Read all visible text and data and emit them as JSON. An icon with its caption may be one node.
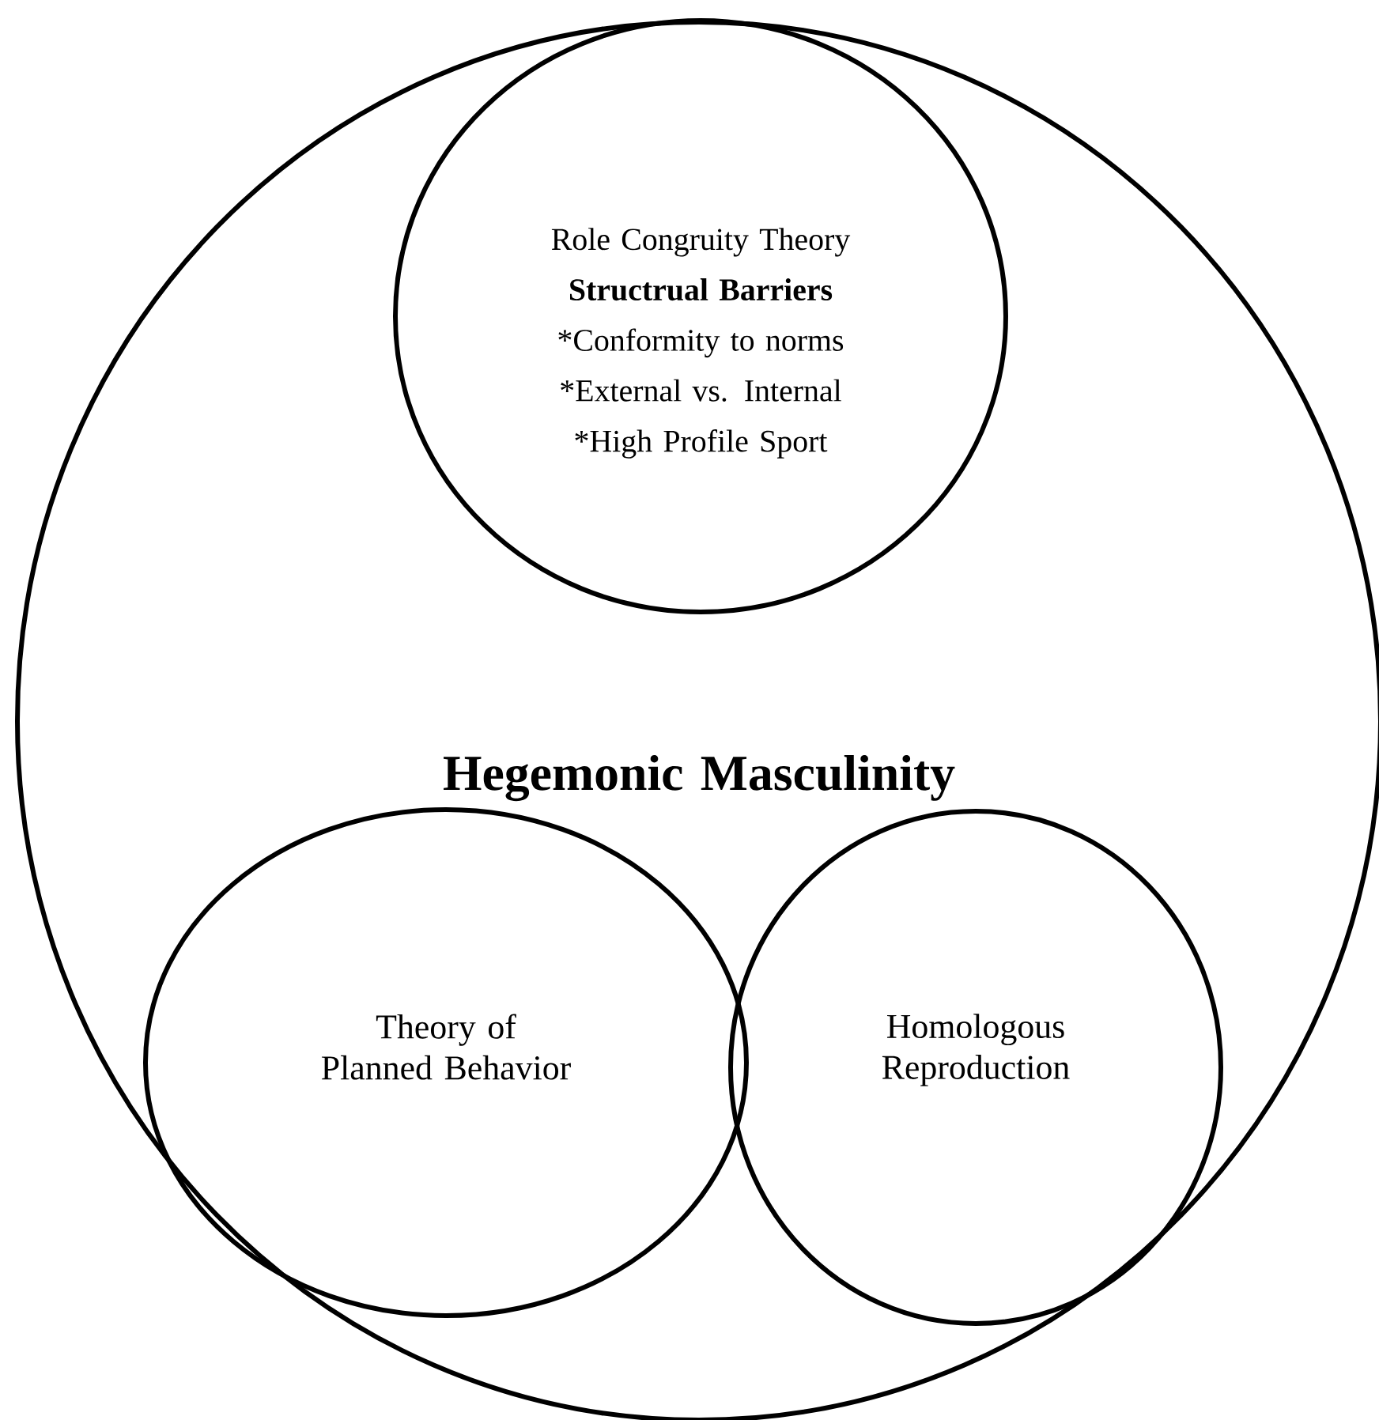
{
  "diagram": {
    "nodes": [
      {
        "text": [
          "Hegemonic Masculinity"
        ]
      },
      {
        "text": [
          "Role Congruity Theory",
          "Structrual Barriers",
          "*Conformity to norms",
          "*External vs. Internal",
          "*High Profile Sport"
        ],
        "in": 0
      },
      {
        "text": [
          "Theory of Planned Behavior"
        ],
        "in": 0
      },
      {
        "text": [
          "Homologous Reproduction"
        ],
        "in": 0
      }
    ]
  }
}
